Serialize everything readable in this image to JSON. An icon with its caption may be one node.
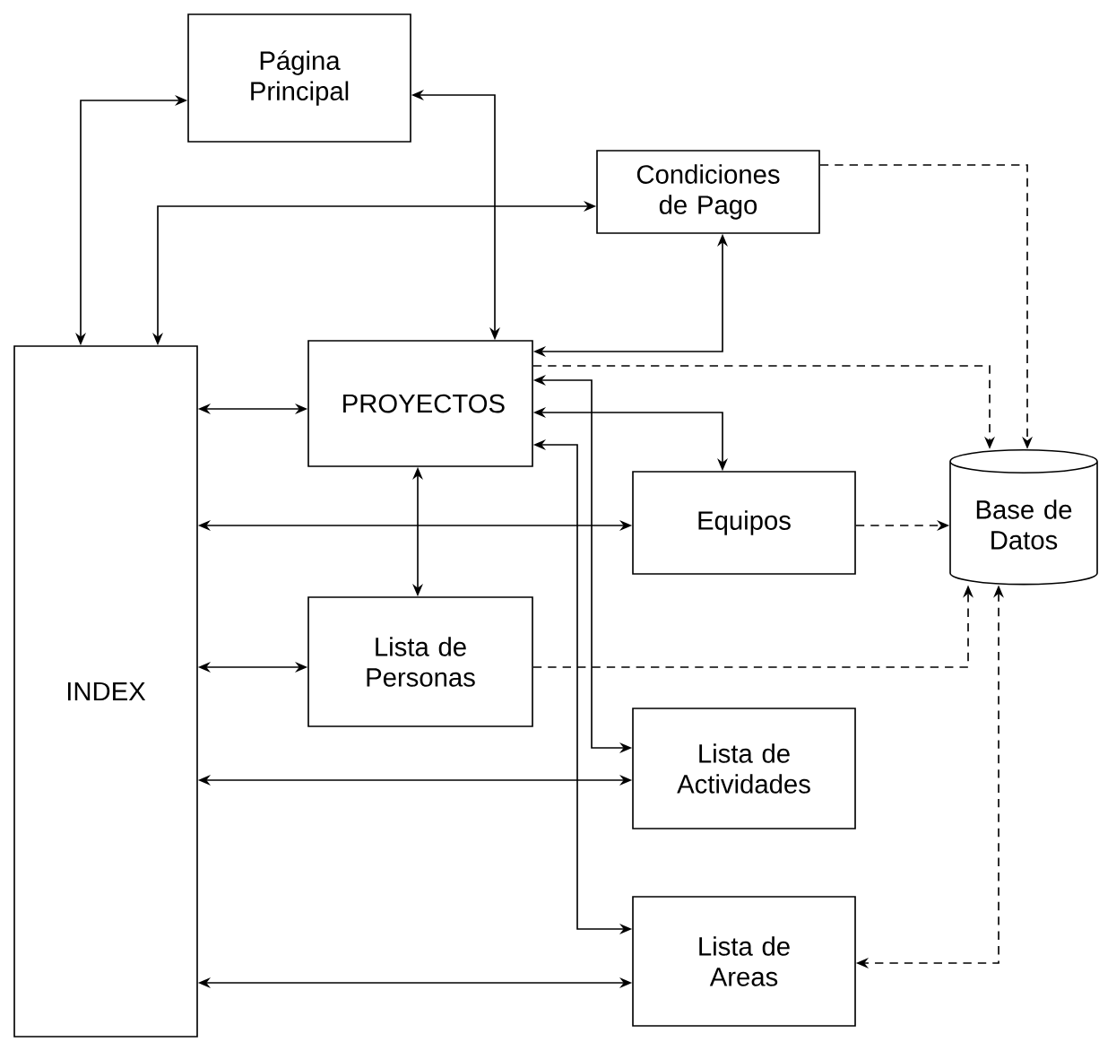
{
  "diagram": {
    "nodes": [
      {
        "text": [
          "Página Principal"
        ]
      },
      {
        "text": [
          "Condiciones de Pago"
        ]
      },
      {
        "text": [
          "INDEX"
        ]
      },
      {
        "text": [
          "PROYECTOS"
        ]
      },
      {
        "text": [
          "Equipos"
        ]
      },
      {
        "text": [
          "Base de Datos"
        ]
      },
      {
        "text": [
          "Lista de Personas"
        ]
      },
      {
        "text": [
          "Lista de Actividades"
        ]
      },
      {
        "text": [
          "Lista de Areas"
        ]
      }
    ],
    "edges": [
      {
        "from": 0,
        "to": 2,
        "arrow": "both"
      },
      {
        "from": 0,
        "to": 3,
        "arrow": "both"
      },
      {
        "from": 2,
        "to": 1,
        "arrow": "both"
      },
      {
        "from": 3,
        "to": 1,
        "arrow": "both"
      },
      {
        "from": 3,
        "to": 5,
        "arrow": "to",
        "style": "dashed"
      },
      {
        "from": 1,
        "to": 5,
        "arrow": "to",
        "style": "dashed"
      },
      {
        "from": 3,
        "to": 7,
        "arrow": "both"
      },
      {
        "from": 3,
        "to": 4,
        "arrow": "both"
      },
      {
        "from": 3,
        "to": 8,
        "arrow": "both"
      },
      {
        "from": 2,
        "to": 3,
        "arrow": "both"
      },
      {
        "from": 3,
        "to": 6,
        "arrow": "both"
      },
      {
        "from": 2,
        "to": 4,
        "arrow": "both"
      },
      {
        "from": 4,
        "to": 5,
        "arrow": "to",
        "style": "dashed"
      },
      {
        "from": 2,
        "to": 6,
        "arrow": "both"
      },
      {
        "from": 6,
        "to": 5,
        "arrow": "to",
        "style": "dashed"
      },
      {
        "from": 2,
        "to": 7,
        "arrow": "both"
      },
      {
        "from": 2,
        "to": 8,
        "arrow": "both"
      },
      {
        "from": 5,
        "to": 8,
        "arrow": "both",
        "style": "dashed"
      }
    ]
  }
}
